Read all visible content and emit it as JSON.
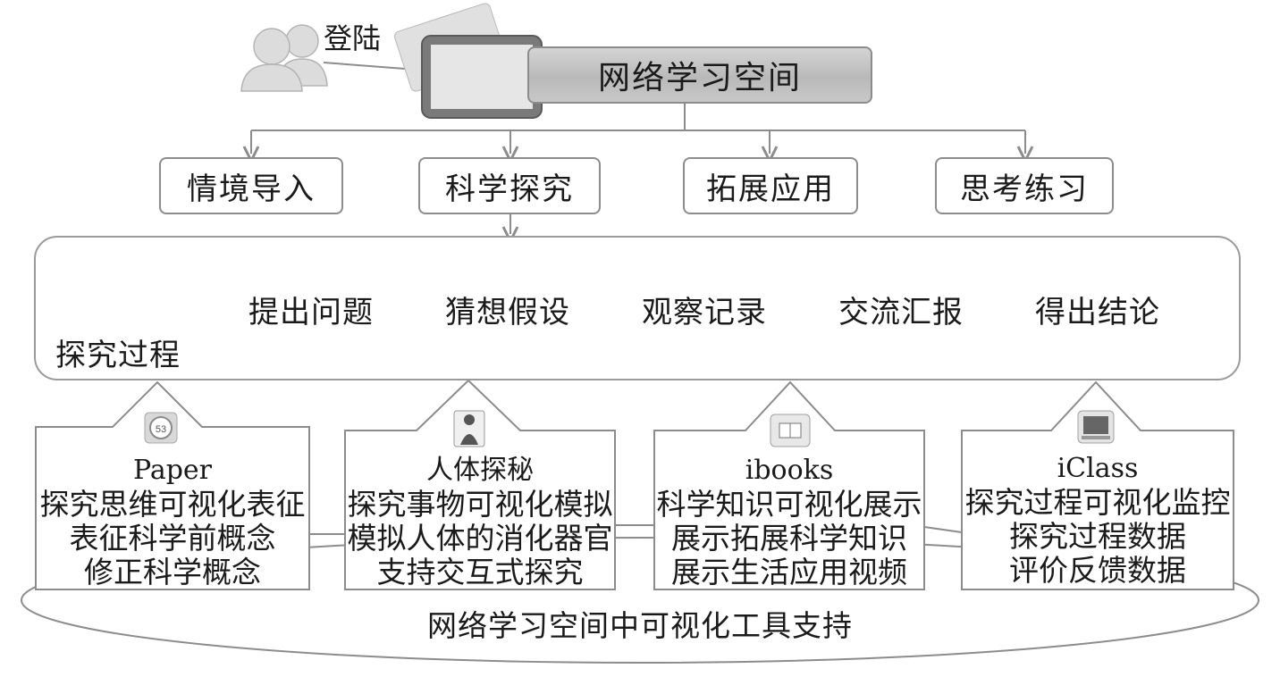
{
  "login_label": "登陆",
  "space_title": "网络学习空间",
  "categories": [
    "情境导入",
    "科学探究",
    "拓展应用",
    "思考练习"
  ],
  "process_label": "探究过程",
  "steps": [
    "提出问题",
    "猜想假设",
    "观察记录",
    "交流汇报",
    "得出结论"
  ],
  "tools": [
    {
      "name": "Paper",
      "icon": "paper-app-icon",
      "icon_text": "53",
      "lines": [
        "探究思维可视化表征",
        "表征科学前概念",
        "修正科学概念"
      ]
    },
    {
      "name": "人体探秘",
      "icon": "human-body-app-icon",
      "icon_text": "",
      "lines": [
        "探究事物可视化模拟",
        "模拟人体的消化器官",
        "支持交互式探究"
      ]
    },
    {
      "name": "ibooks",
      "icon": "ibooks-app-icon",
      "icon_text": "",
      "lines": [
        "科学知识可视化展示",
        "展示拓展科学知识",
        "展示生活应用视频"
      ]
    },
    {
      "name": "iClass",
      "icon": "iclass-app-icon",
      "icon_text": "",
      "lines": [
        "探究过程可视化监控",
        "探究过程数据",
        "评价反馈数据"
      ]
    }
  ],
  "footer_label": "网络学习空间中可视化工具支持",
  "colors": {
    "stroke": "#8c8c8c",
    "bar_fill": "#c4c4c4",
    "chevron_fill": "#f4f4f4"
  }
}
